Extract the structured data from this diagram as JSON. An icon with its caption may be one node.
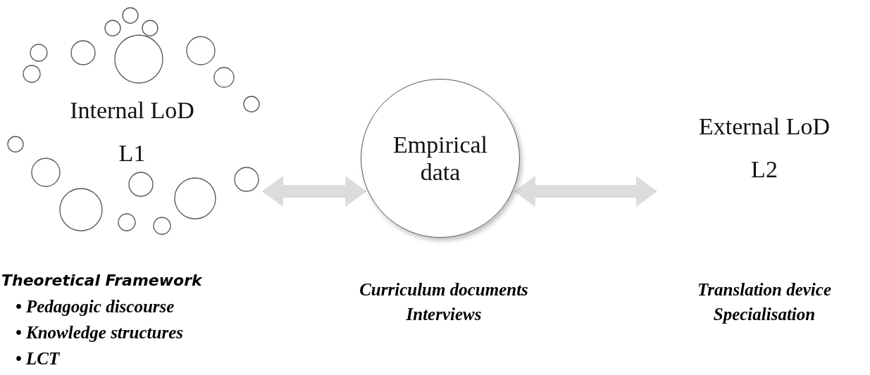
{
  "diagram": {
    "nodes": [
      {
        "text": [
          "Internal LoD",
          "L1"
        ],
        "beside": [
          "Theoretical Framework",
          "• Pedagogic discourse",
          "• Knowledge structures",
          "• LCT"
        ]
      },
      {
        "text": [
          "Empirical data"
        ],
        "beside": [
          "Curriculum documents",
          "Interviews"
        ]
      },
      {
        "text": [
          "External LoD",
          "L2"
        ],
        "beside": [
          "Translation device",
          "Specialisation"
        ]
      }
    ],
    "edges": [
      {
        "from": 0,
        "to": 1,
        "arrow": "both"
      },
      {
        "from": 1,
        "to": 2,
        "arrow": "both"
      }
    ]
  }
}
